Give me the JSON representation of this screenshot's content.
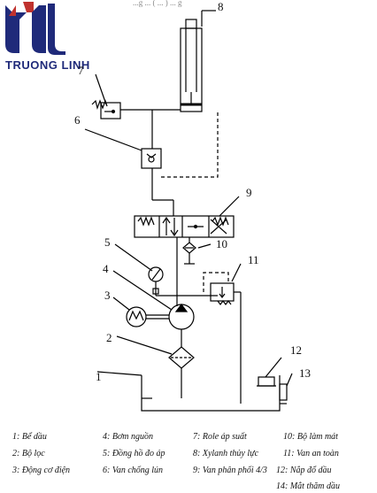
{
  "header_partial": "...g ... ( ... ) ... g",
  "logo": {
    "text": "TRUONG LINH",
    "color": "#1f2a7a"
  },
  "callouts": [
    "1",
    "2",
    "3",
    "4",
    "5",
    "6",
    "7",
    "8",
    "9",
    "10",
    "11",
    "12",
    "13"
  ],
  "legend": [
    {
      "id": "l1",
      "text": "1: Bể dầu"
    },
    {
      "id": "l2",
      "text": "2: Bộ lọc"
    },
    {
      "id": "l3",
      "text": "3: Động cơ điện"
    },
    {
      "id": "l4",
      "text": "4: Bơm nguồn"
    },
    {
      "id": "l5",
      "text": "5: Đồng hồ đo áp"
    },
    {
      "id": "l6",
      "text": "6: Van chống lún"
    },
    {
      "id": "l7",
      "text": "7: Role áp suất"
    },
    {
      "id": "l8",
      "text": "8: Xylanh thủy lực"
    },
    {
      "id": "l9",
      "text": "9: Van phân phối 4/3"
    },
    {
      "id": "l10",
      "text": "10: Bộ làm mát"
    },
    {
      "id": "l11",
      "text": "11: Van an toàn"
    },
    {
      "id": "l12",
      "text": "12: Nắp đổ dầu"
    },
    {
      "id": "l13",
      "text": "14: Mắt thăm dầu"
    }
  ]
}
